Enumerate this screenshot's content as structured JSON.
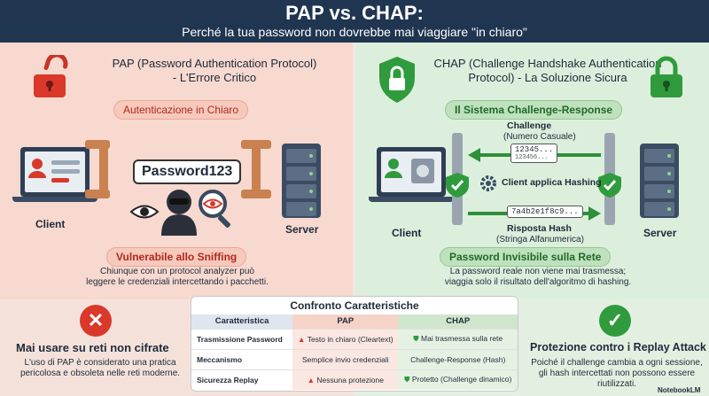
{
  "header": {
    "title": "PAP vs. CHAP:",
    "subtitle": "Perché la tua password non dovrebbe mai viaggiare \"in chiaro\""
  },
  "pap": {
    "title_line1": "PAP (Password Authentication Protocol)",
    "title_line2": "- L'Errore Critico",
    "badge": "Autenticazione in Chiaro",
    "password": "Password123",
    "client": "Client",
    "server": "Server",
    "warning": "Vulnerabile allo Sniffing",
    "desc_line1": "Chiunque con un protocol analyzer può",
    "desc_line2": "leggere le credenziali intercettando i pacchetti."
  },
  "chap": {
    "title_line1": "CHAP (Challenge Handshake Authentication",
    "title_line2": "Protocol) - La Soluzione Sicura",
    "badge": "Il Sistema Challenge-Response",
    "challenge": "Challenge",
    "challenge_sub": "(Numero Casuale)",
    "challenge_value1": "12345...",
    "challenge_value2": "123456...",
    "hashing": "Client applica Hashing",
    "hash_value": "7a4b2e1f8c9...",
    "response": "Risposta Hash",
    "response_sub": "(Stringa Alfanumerica)",
    "client": "Client",
    "server": "Server",
    "invisible": "Password Invisibile sulla Rete",
    "desc_line1": "La password reale non viene mai trasmessa;",
    "desc_line2": "viaggia solo il risultato dell'algoritmo di hashing."
  },
  "bottom_left": {
    "title": "Mai usare su reti non cifrate",
    "line1": "L'uso di PAP è considerato una pratica",
    "line2": "pericolosa e obsoleta nelle reti moderne."
  },
  "bottom_right": {
    "title": "Protezione contro i Replay Attack",
    "line1": "Poiché il challenge cambia a ogni sessione,",
    "line2": "gli hash intercettati non possono essere",
    "line3": "riutilizzati."
  },
  "table": {
    "title": "Confronto Caratteristiche",
    "headers": [
      "Caratteristica",
      "PAP",
      "CHAP"
    ],
    "rows": [
      [
        "Trasmissione Password",
        "Testo in chiaro (Cleartext)",
        "Mai trasmessa sulla rete"
      ],
      [
        "Meccanismo",
        "Semplice invio credenziali",
        "Challenge-Response (Hash)"
      ],
      [
        "Sicurezza Replay",
        "Nessuna protezione",
        "Protetto (Challenge dinamico)"
      ]
    ]
  },
  "brand": "NotebookLM",
  "colors": {
    "header_bg": "#1f3550",
    "pap_bg": "#f7d9cf",
    "chap_bg": "#dcefdc",
    "danger": "#d9382a",
    "safe": "#2f9b3d"
  }
}
